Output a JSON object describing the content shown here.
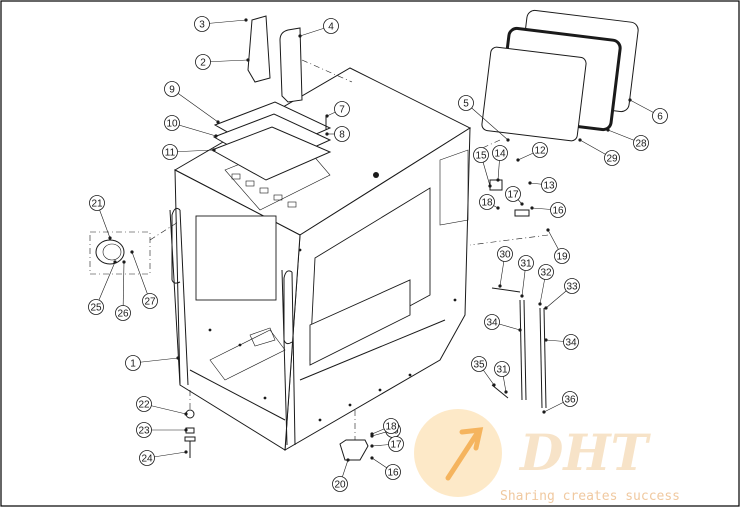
{
  "diagram": {
    "labels": [
      "1",
      "2",
      "3",
      "4",
      "5",
      "6",
      "7",
      "8",
      "9",
      "10",
      "11",
      "12",
      "13",
      "14",
      "15",
      "16",
      "16",
      "16",
      "17",
      "17",
      "18",
      "18",
      "19",
      "20",
      "21",
      "22",
      "23",
      "24",
      "25",
      "26",
      "27",
      "28",
      "29",
      "30",
      "31",
      "31",
      "32",
      "33",
      "34",
      "34",
      "35",
      "36"
    ]
  },
  "watermark": {
    "logo_text": "DHT",
    "tagline": "Sharing creates success",
    "colors": {
      "circle": "#fbd79a",
      "arrow": "#f5b45e",
      "text": "#f2c89c"
    }
  }
}
